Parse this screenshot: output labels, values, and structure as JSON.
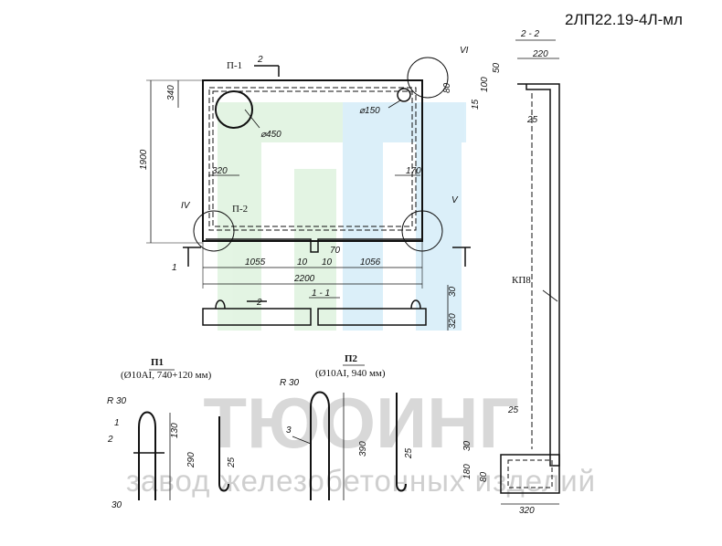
{
  "doc": {
    "code": "2ЛП22.19-4Л-мл"
  },
  "watermark": {
    "main": "ТЮОИНГ",
    "sub": "завод железобетонных изделий"
  },
  "plan": {
    "p1": "П-1",
    "p2": "П-2",
    "cut22": "2",
    "cut11": "1",
    "node4": "IV",
    "node5": "V",
    "node6": "VI",
    "d450": "⌀450",
    "d150": "⌀150",
    "dims": {
      "d340": "340",
      "d1900": "1900",
      "d320": "320",
      "d170": "170",
      "d80": "80",
      "d1055": "1055",
      "d10a": "10",
      "d70": "70",
      "d10b": "10",
      "d1056": "1056",
      "d2200": "2200",
      "d30": "30",
      "d320r": "320"
    }
  },
  "section11": {
    "title": "1 - 1",
    "cut": "2"
  },
  "section22": {
    "title": "2 - 2",
    "d220": "220",
    "d50": "50",
    "d100": "100",
    "d15": "15",
    "d25a": "25",
    "kp8": "КП8",
    "d25b": "25",
    "d30": "30",
    "d180": "180",
    "d80": "80",
    "d320": "320"
  },
  "p1": {
    "title": "П1",
    "spec": "(Ø10AI, 740+120 мм)",
    "r": "R 30",
    "n1": "1",
    "n2": "2",
    "d130": "130",
    "d290": "290",
    "d30": "30",
    "d25": "25"
  },
  "p2": {
    "title": "П2",
    "spec": "(Ø10AI, 940 мм)",
    "r": "R 30",
    "n3": "3",
    "d390": "390",
    "d25": "25"
  }
}
